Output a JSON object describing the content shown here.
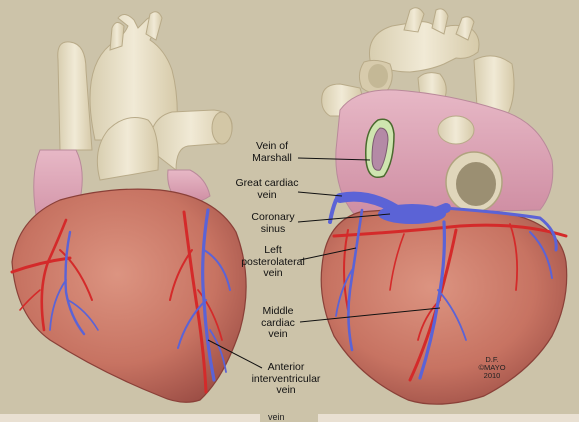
{
  "labels": {
    "vein_of_marshall": [
      "Vein of",
      "Marshall"
    ],
    "great_cardiac_vein": [
      "Great cardiac",
      "vein"
    ],
    "coronary_sinus": [
      "Coronary",
      "sinus"
    ],
    "left_posterolateral_vein": [
      "Left",
      "posterolateral",
      "vein"
    ],
    "middle_cardiac_vein": [
      "Middle",
      "cardiac",
      "vein"
    ],
    "anterior_interventricular_vein": [
      "Anterior",
      "interventricular",
      "vein"
    ]
  },
  "credit": [
    "D.F.",
    "©MAYO",
    "2010"
  ],
  "cut_label": "vein",
  "colors": {
    "background": "#ccc3a9",
    "myocardium": "#c77a6a",
    "atrium": "#d9a1b3",
    "great_vessels": "#e8dfc6",
    "vein": "#5b63d6",
    "artery": "#d42a2a"
  }
}
